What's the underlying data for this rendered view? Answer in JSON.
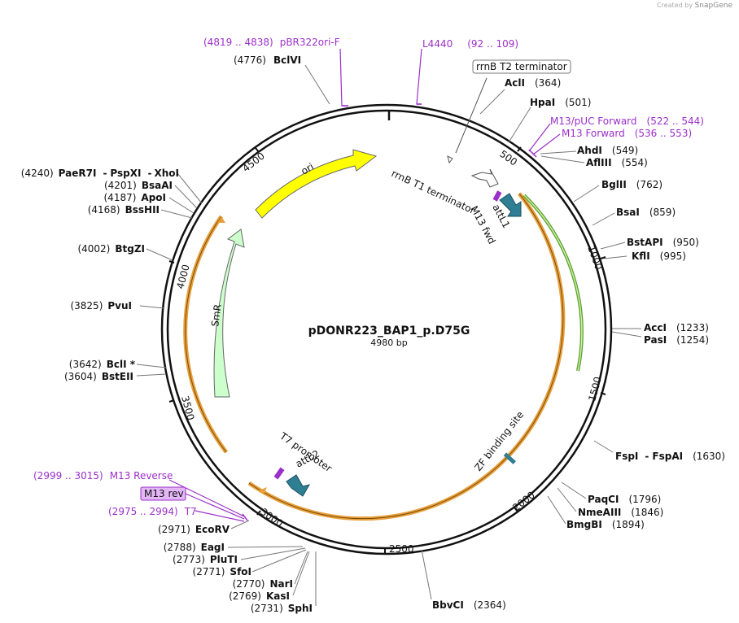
{
  "credit": {
    "prefix": "Created by",
    "brand": "SnapGene"
  },
  "title": "pDONR223_BAP1_p.D75G",
  "length_label": "4980 bp",
  "ticks": [
    "500",
    "1000",
    "1500",
    "2000",
    "2500",
    "3000",
    "3500",
    "4000",
    "4500"
  ],
  "enzymes": {
    "bclvi": {
      "name": "BclVI",
      "pos": "(4776)"
    },
    "acli": {
      "name": "AclI",
      "pos": "(364)"
    },
    "hpai": {
      "name": "HpaI",
      "pos": "(501)"
    },
    "ahdi": {
      "name": "AhdI",
      "pos": "(549)"
    },
    "aflIII": {
      "name": "AflIII",
      "pos": "(554)"
    },
    "bglII": {
      "name": "BglII",
      "pos": "(762)"
    },
    "bsai": {
      "name": "BsaI",
      "pos": "(859)"
    },
    "bstapi": {
      "name": "BstAPI",
      "pos": "(950)"
    },
    "kfli": {
      "name": "KflI",
      "pos": "(995)"
    },
    "acci": {
      "name": "AccI",
      "pos": "(1233)"
    },
    "pasi": {
      "name": "PasI",
      "pos": "(1254)"
    },
    "fspi": {
      "name": "FspI",
      "sep": "-",
      "name2": "FspAI",
      "pos": "(1630)"
    },
    "paqci": {
      "name": "PaqCI",
      "pos": "(1796)"
    },
    "nmeaiii": {
      "name": "NmeAIII",
      "pos": "(1846)"
    },
    "bmgbi": {
      "name": "BmgBI",
      "pos": "(1894)"
    },
    "bbvci": {
      "name": "BbvCI",
      "pos": "(2364)"
    },
    "sphi": {
      "name": "SphI",
      "pos": "(2731)"
    },
    "kasi": {
      "name": "KasI",
      "pos": "(2769)"
    },
    "nari": {
      "name": "NarI",
      "pos": "(2770)"
    },
    "sfoi": {
      "name": "SfoI",
      "pos": "(2771)"
    },
    "pluti": {
      "name": "PluTI",
      "pos": "(2773)"
    },
    "eagi": {
      "name": "EagI",
      "pos": "(2788)"
    },
    "ecorv": {
      "name": "EcoRV",
      "pos": "(2971)"
    },
    "bsteii": {
      "name": "BstEII",
      "pos": "(3604)"
    },
    "bcli": {
      "name": "BclI *",
      "pos": "(3642)"
    },
    "pvui": {
      "name": "PvuI",
      "pos": "(3825)"
    },
    "btgzi": {
      "name": "BtgZI",
      "pos": "(4002)"
    },
    "bsshii": {
      "name": "BssHII",
      "pos": "(4168)"
    },
    "apoi": {
      "name": "ApoI",
      "pos": "(4187)"
    },
    "bsaai": {
      "name": "BsaAI",
      "pos": "(4201)"
    },
    "paer7i": {
      "name": "PaeR7I",
      "sep": "-",
      "name2": "PspXI",
      "sep2": "-",
      "name3": "XhoI",
      "pos": "(4240)"
    }
  },
  "primers": {
    "pbr322ori": {
      "name": "pBR322ori-F",
      "range": "(4819 .. 4838)"
    },
    "l4440": {
      "name": "L4440",
      "range": "(92 .. 109)"
    },
    "m13puc": {
      "name": "M13/pUC Forward",
      "range": "(522 .. 544)"
    },
    "m13fwd": {
      "name": "M13 Forward",
      "range": "(536 .. 553)"
    },
    "m13rev_r": {
      "name": "M13 Reverse",
      "range": "(2999 .. 3015)"
    },
    "m13rev": {
      "name": "M13 rev"
    },
    "t7": {
      "name": "T7",
      "range": "(2975 .. 2994)"
    }
  },
  "features": {
    "rrnb_t2": "rrnB T2 terminator",
    "rrnb_t1": "rrnB T1 terminator",
    "attl1": "attL1",
    "m13_fwd": "M13 fwd",
    "ori": "ori",
    "smr": "SmR",
    "t7_promoter": "T7 promoter",
    "attl2": "attL2",
    "zf_site": "ZF binding site"
  },
  "colors": {
    "backbone": "#111111",
    "ori": "#ffff00",
    "smr": "#ccffcc",
    "insert": "#f5a623",
    "green_orf": "#5c9e2e",
    "att": "#2f7f94",
    "primer": "#9b2fc9"
  }
}
